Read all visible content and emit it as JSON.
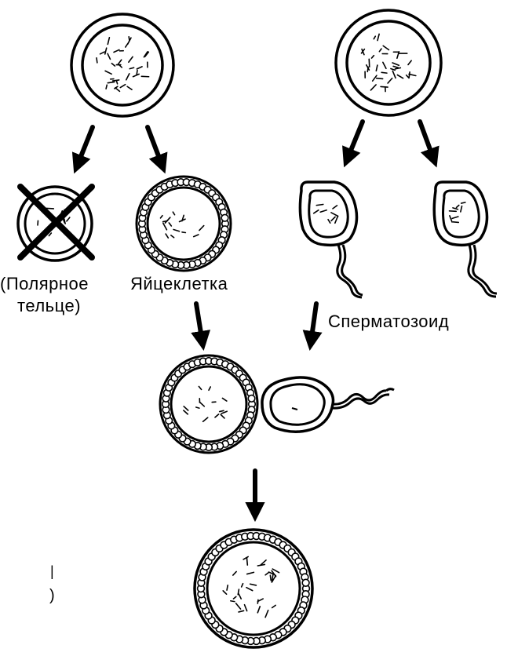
{
  "labels": {
    "polar_body_line1": "(Полярное",
    "polar_body_line2": "тельце)",
    "egg_cell": "Яйцеклетка",
    "sperm": "Сперматозоид",
    "margin_mark_1": "|",
    "margin_mark_2": ")"
  },
  "colors": {
    "ink": "#000000",
    "paper": "#ffffff"
  },
  "icons": {
    "parent_cells": "cell-with-chromosomes",
    "polar_body": "crossed-out-cell",
    "arrows": "down-arrow"
  }
}
